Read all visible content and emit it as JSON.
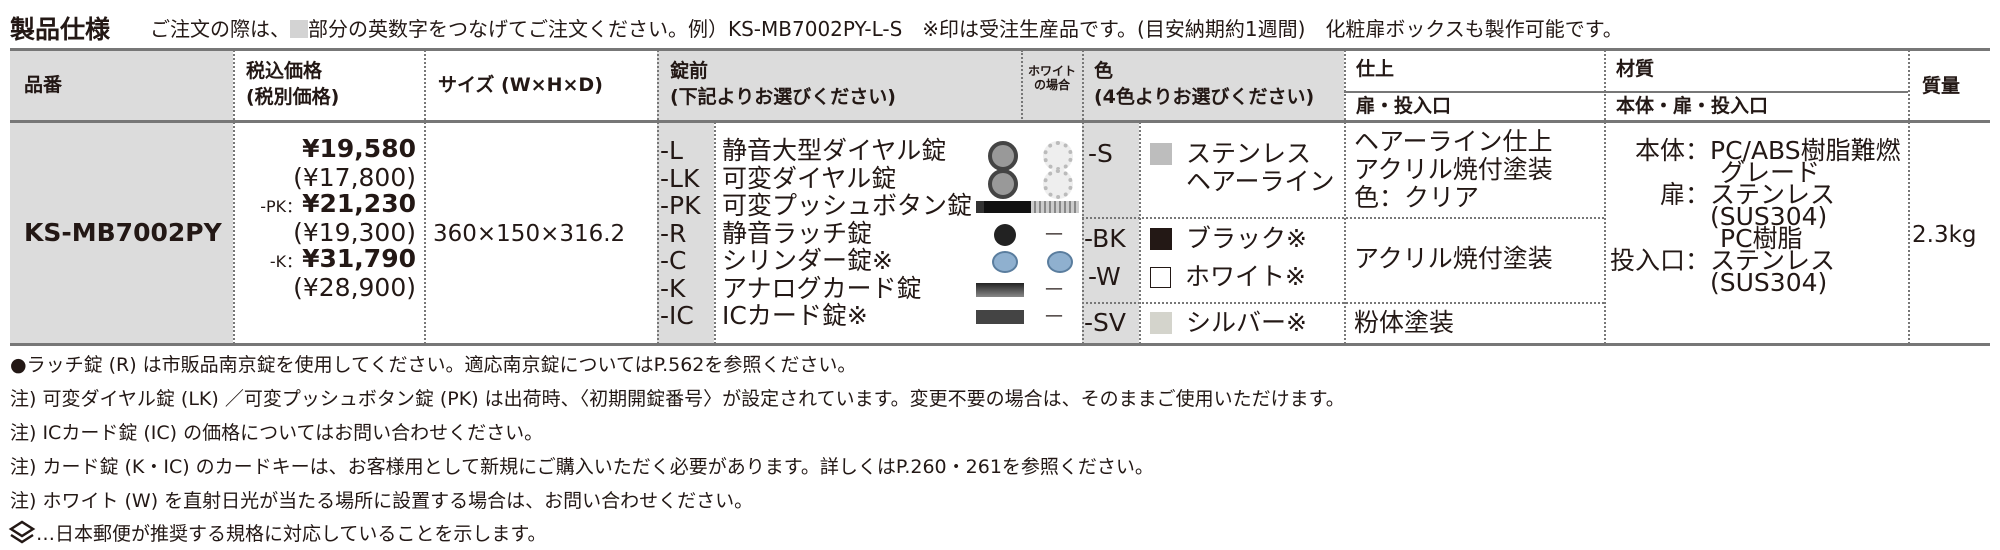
{
  "title": "製品仕様",
  "lead": {
    "before": "ご注文の際は、",
    "after": "部分の英数字をつなげてご注文ください。例）KS-MB7002PY-L-S　※印は受注生産品です。(目安納期約1週間)　化粧扉ボックスも製作可能です。"
  },
  "header": {
    "model": "品番",
    "price1": "税込価格",
    "price2": "(税別価格)",
    "size": "サイズ (W×H×D)",
    "lock1": "錠前",
    "lock2": "(下記よりお選びください)",
    "white1": "ホワイト",
    "white2": "の場合",
    "color1": "色",
    "color2": "(4色よりお選びください)",
    "finish1": "仕上",
    "finish2": "扉・投入口",
    "material1": "材質",
    "material2": "本体・扉・投入口",
    "weight": "質量"
  },
  "row": {
    "model": "KS-MB7002PY",
    "prices": [
      {
        "prefix": "",
        "incl": "¥19,580",
        "excl": "(¥17,800)"
      },
      {
        "prefix": "-PK：",
        "incl": "¥21,230",
        "excl": "(¥19,300)"
      },
      {
        "prefix": "-K：",
        "incl": "¥31,790",
        "excl": "(¥28,900)"
      }
    ],
    "size": "360×150×316.2",
    "locks": [
      {
        "code": "-L",
        "name": "静音大型ダイヤル錠",
        "icon": "dial-dark",
        "white_icon": "dial-light"
      },
      {
        "code": "-LK",
        "name": "可変ダイヤル錠",
        "icon": "dial-dark",
        "white_icon": "dial-light"
      },
      {
        "code": "-PK",
        "name": "可変プッシュボタン錠",
        "icon": "pushbutton-dark",
        "white_icon": "pushbutton-light"
      },
      {
        "code": "-R",
        "name": "静音ラッチ錠",
        "icon": "latch-black",
        "white_text": "—"
      },
      {
        "code": "-C",
        "name": "シリンダー錠※",
        "icon": "cylinder",
        "white_icon": "cylinder"
      },
      {
        "code": "-K",
        "name": "アナログカード錠",
        "icon": "card-slot",
        "white_text": "—"
      },
      {
        "code": "-IC",
        "name": "ICカード錠※",
        "icon": "ic-reader",
        "white_text": "—"
      }
    ],
    "colors": [
      {
        "code": "-S",
        "name1": "ステンレス",
        "name2": "ヘアーライン",
        "swatch": "#bdbdbd"
      },
      {
        "code": "-BK",
        "name1": "ブラック※",
        "swatch": "#231815"
      },
      {
        "code": "-W",
        "name1": "ホワイト※",
        "swatch": "#ffffff"
      },
      {
        "code": "-SV",
        "name1": "シルバー※",
        "swatch": "#d4d4cc"
      }
    ],
    "finishes": {
      "s": [
        "ヘアーライン仕上",
        "アクリル焼付塗装",
        "色：クリア"
      ],
      "bkw": "アクリル焼付塗装",
      "sv": "粉体塗装"
    },
    "material": {
      "body_label": "本体：",
      "body": [
        "PC/ABS樹脂難燃",
        "グレード"
      ],
      "door_label": "扉：",
      "door": [
        "ステンレス",
        "(SUS304)"
      ],
      "slot_label": "投入口：",
      "slot_pre": "PC樹脂",
      "slot": [
        "ステンレス",
        "(SUS304)"
      ]
    },
    "weight": "2.3kg"
  },
  "notes": [
    "●ラッチ錠 (R) は市販品南京錠を使用してください。適応南京錠についてはP.562を参照ください。",
    "注) 可変ダイヤル錠 (LK) ／可変プッシュボタン錠 (PK) は出荷時、〈初期開錠番号〉が設定されています。変更不要の場合は、そのままご使用いただけます。",
    "注) ICカード錠 (IC) の価格についてはお問い合わせください。",
    "注) カード錠 (K・IC) のカードキーは、お客様用として新規にご購入いただく必要があります。詳しくはP.260・261を参照ください。",
    "注) ホワイト (W) を直射日光が当たる場所に設置する場合は、お問い合わせください。",
    "…日本郵便が推奨する規格に対応していることを示します。"
  ],
  "colors": {
    "gray_cell": "#dcdcdc",
    "rule": "#777777",
    "text": "#231815"
  }
}
